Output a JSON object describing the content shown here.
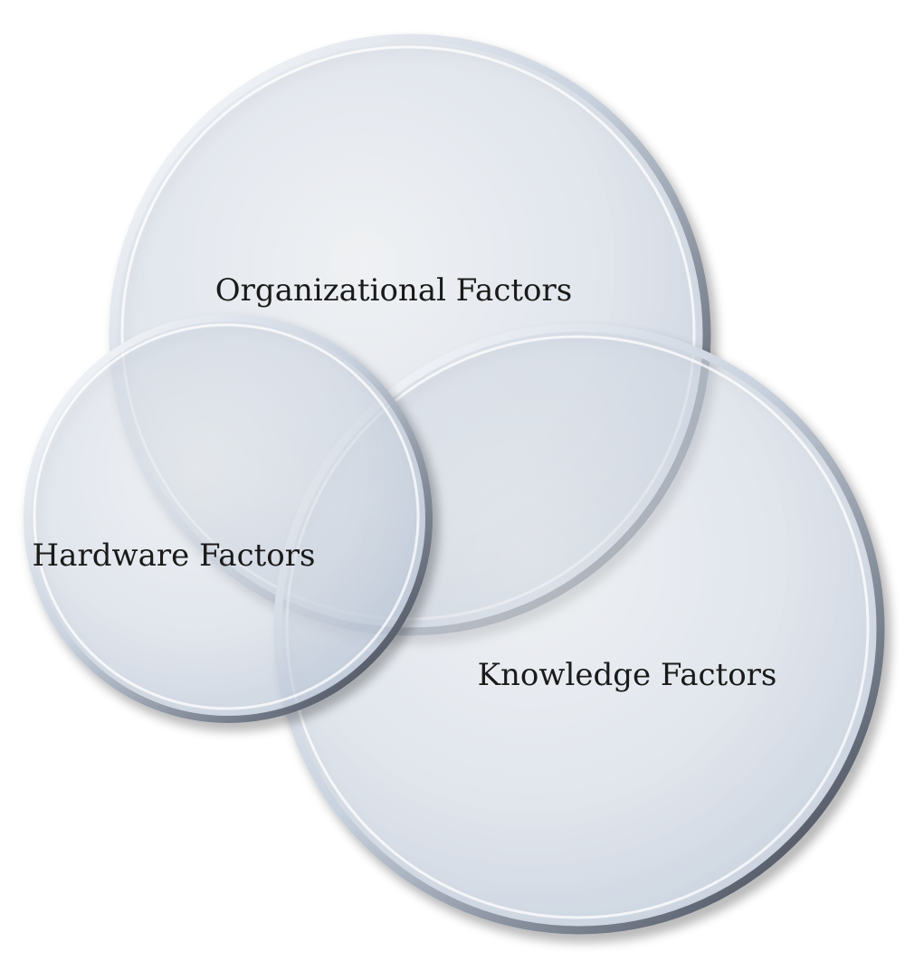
{
  "diagram": {
    "type": "venn",
    "circles": [
      {
        "id": "organizational",
        "label": "Organizational Factors"
      },
      {
        "id": "hardware",
        "label": "Hardware Factors"
      },
      {
        "id": "knowledge",
        "label": "Knowledge Factors"
      }
    ],
    "colors": {
      "fill_light": "#eef2f8",
      "fill_mid": "#d9e2ef",
      "fill_dark": "#c3cfe0",
      "rim_light": "#ffffff",
      "rim_dark": "#4a4f5a",
      "text": "#1a1a1a"
    }
  }
}
